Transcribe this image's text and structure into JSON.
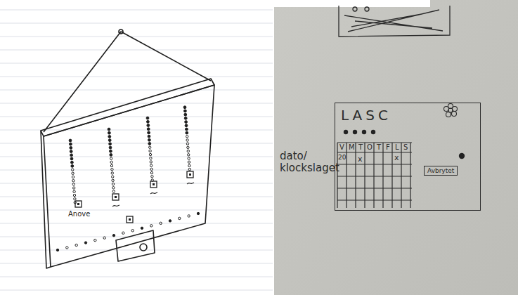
{
  "diagram": {
    "nodes": [
      {
        "text": [
          "LASC"
        ]
      },
      {
        "text": [
          "Avbrytet"
        ],
        "in": 0
      }
    ],
    "labels": [
      "dato/ klockslaget",
      "V",
      "M",
      "T",
      "O",
      "T",
      "F",
      "L",
      "S",
      "20",
      "x",
      "x",
      "Anove"
    ]
  }
}
